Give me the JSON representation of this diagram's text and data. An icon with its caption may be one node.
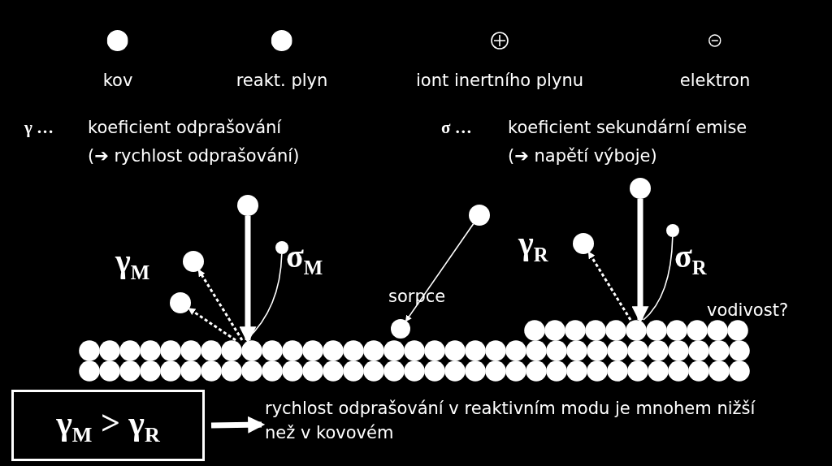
{
  "diagram": {
    "nodes": [
      {
        "text": [],
        "shape": "circle"
      },
      {
        "text": [],
        "shape": "circle"
      },
      {
        "text": [],
        "shape": "circle"
      },
      {
        "text": [],
        "shape": "circle"
      },
      {
        "text": [],
        "shape": "circle"
      },
      {
        "text": [],
        "shape": "circle"
      },
      {
        "text": [],
        "shape": "circle"
      },
      {
        "text": [],
        "shape": "circle"
      },
      {
        "text": [],
        "shape": "circle"
      },
      {
        "text": [
          "γ$_{M}$ > γ$_{R}$"
        ]
      },
      {
        "text": [
          "rychlost odprašování v reaktivním modu je mnohem nižší než v kovovém"
        ]
      },
      {
        "text": [],
        "shape": "bar"
      },
      {
        "text": [],
        "shape": "bar"
      }
    ],
    "edges": [
      {
        "from": 0,
        "to": 12,
        "arrow": "to",
        "style": "thick"
      },
      {
        "from": 12,
        "to": 1,
        "arrow": "to",
        "style": "dashed"
      },
      {
        "from": 12,
        "to": 2,
        "arrow": "to",
        "style": "dashed"
      },
      {
        "from": 12,
        "to": 3,
        "arrow": "none"
      },
      {
        "from": 4,
        "to": 5,
        "arrow": "to"
      },
      {
        "from": 6,
        "to": 11,
        "arrow": "to",
        "style": "thick"
      },
      {
        "from": 11,
        "to": 7,
        "arrow": "to",
        "style": "dashed"
      },
      {
        "from": 11,
        "to": 8,
        "arrow": "none"
      },
      {
        "from": 9,
        "to": 10,
        "arrow": "to",
        "style": "thick"
      }
    ],
    "labels": [
      "γ …",
      "koeficient odprašování",
      "(➔ rychlost odprašování)",
      "σ …",
      "koeficient sekundární emise",
      "(➔ napětí výboje)",
      "γ$_{M}$",
      "σ$_{M}$",
      "sorpce",
      "γ$_{R}$",
      "σ$_{R}$",
      "vodivost?"
    ],
    "legend": [
      {
        "text": "kov"
      },
      {
        "text": "reakt. plyn"
      },
      {
        "text": "iont inertního plynu"
      },
      {
        "text": "elektron"
      }
    ]
  }
}
